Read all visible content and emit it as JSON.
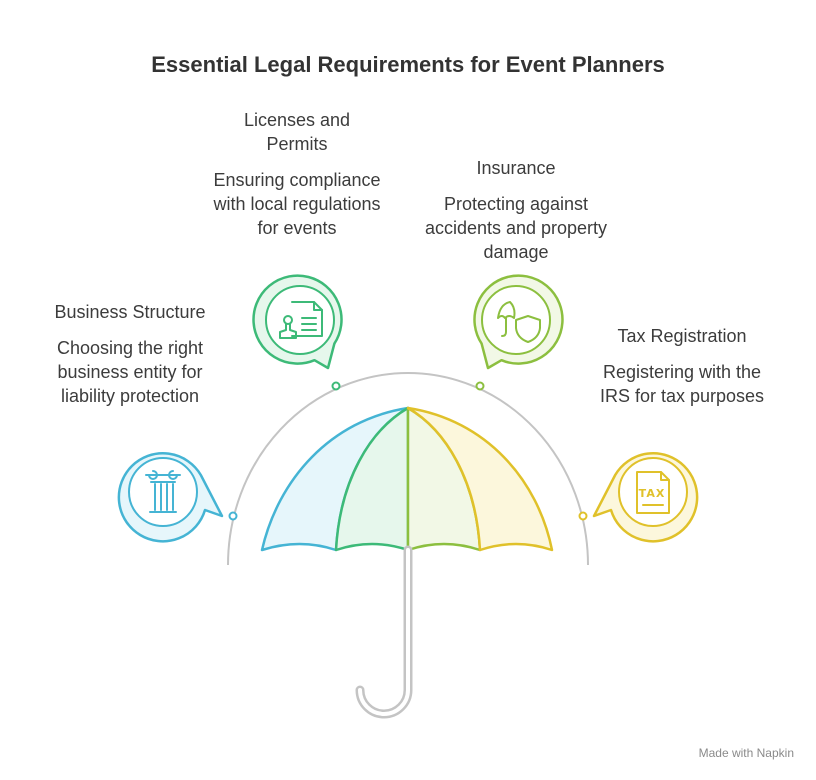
{
  "title": "Essential Legal Requirements for Event Planners",
  "items": [
    {
      "name": "Business Structure",
      "description": "Choosing the right business entity for liability protection",
      "icon": "column-pillar-icon",
      "color": "#45b4d4",
      "fill": "#e6f6fb"
    },
    {
      "name": "Licenses and Permits",
      "description": "Ensuring compliance with local regulations for events",
      "icon": "license-stamp-document-icon",
      "color": "#3dba78",
      "fill": "#e6f7ec"
    },
    {
      "name": "Insurance",
      "description": "Protecting against accidents and property damage",
      "icon": "umbrella-shield-icon",
      "color": "#8cbf3f",
      "fill": "#f2f8e6"
    },
    {
      "name": "Tax Registration",
      "description": "Registering with the IRS for tax purposes",
      "icon": "tax-document-icon",
      "color": "#e0c12a",
      "fill": "#fcf7dc"
    }
  ],
  "tax_icon_text": "TAX",
  "watermark": "Made with Napkin"
}
